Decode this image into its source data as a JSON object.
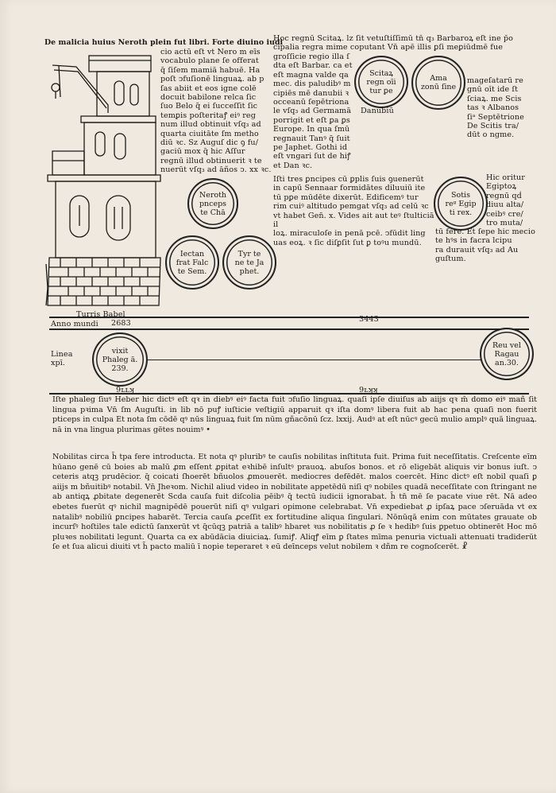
{
  "header": {
    "heading": "De malicia huius Neroth plein fut libri. Forte diuino iudi",
    "col1_lines": [
      "cio actū eſt vt Nero m eīs",
      "vocabulo plane ſe offerat",
      "q̄ ſiſem mamiā habuē. Ha",
      "poſt ↄfuſionē linguaꝝ. ab p",
      "ſas abiit et eos igne colē",
      "docuit babilone relca ſic",
      "ſuo Belo q̄ ei ſucceſſit ſic",
      "temꝑis poſteritaꝭ eiꝰ reg",
      "num illud obtinuit vſq₃ ad",
      "quarta ciuitāte ſm metho",
      "diū ꝛc. Sz Auguſ dic ꝯ fu/",
      "gaciū mox q̄ hic Aſſur",
      "regnū illud obtinuerit ꝛ te",
      "nuerūt vſq₃ ad āños ↄ. xx ꝛc."
    ],
    "col2_lines": [
      "Hoc regnū Scitaꝝ. lz ſit vetuſtiſſimū tn̄ q₃ Barbaroꝝ eſt ine p̄o",
      "cipalia regra mime coputant Vn̄ apē illis ꝑſi meꝑiūdmē fue",
      "groſſicie regio illa ſ",
      "dta eſt Barbar. ca et",
      "eſt magna valde qa",
      "mec. dis paludibꝰ m",
      "cipiēs mē danubii ꝛ",
      "occeanū ſepētriona",
      "le vſq₃ ad Germamā",
      "porrigit et eſt ꝑa ꝑs",
      "Europe. In qua ſmū",
      "regnauit Tanꝰ q̄ ſuit",
      "pe Japhet. Gothi id",
      "eſt vngari ſut de hiꝭ",
      "et Dan ꝛc."
    ],
    "danubius": "Danubiū",
    "col3_lines": [
      "mageſatarū re",
      "gnū oīt ide ſt",
      "ſciaꝝ. me Scis",
      "tas ꝛ Albanos",
      "ſiᵃ Septētrione",
      "De Scitis tra/",
      "dūt o ngme."
    ],
    "col2b_lines": [
      "Iſti tres ꝑncipes cū ꝑplis ſuis ꝯuenerūt",
      "in capū Sennaar formidātes diluuiū ite",
      "tū pꝑe mūdēte dixerūt. Edificemꝰ tur",
      "rim cuiꝰ altitudo pemgat vſq₃ ad celū ꝛc",
      "vt habet Gen̄. x. Vides ait aut teꝰ ſtulticiā il",
      "loꝝ. miraculoſe in penā pcē. ↄfūdit ling",
      "uas eoꝝ. ꝛ ſic diſꝑſit ſut ꝑ toꝰu mundū."
    ],
    "col3b_lines": [
      "Hic oritur",
      "Egiptoꝝ",
      "regnū qḋ",
      "diuu alta/",
      "ceibꝰ cre/",
      "tro muta/",
      "tū fere. Et ſepe hic mecio",
      "te hꝰs in facra lcipu",
      "ra durauit vſq₃ ad Au",
      "guſtum."
    ]
  },
  "figure": {
    "tower_caption": "Turris Babel"
  },
  "circles": {
    "neroth": [
      "Neroth",
      "pnceps",
      "te Chā"
    ],
    "iectan": [
      "Iectan",
      "frat Falc",
      "te Sem."
    ],
    "tyr": [
      "Tyr te",
      "ne te Ja",
      "phet."
    ],
    "scitia": [
      "Scitaꝝ",
      "regn oīi",
      "tur ꝑe"
    ],
    "amazon": [
      "Ama",
      "zonū ſine"
    ],
    "egipt": [
      "Sotis",
      "reᵍ Egip",
      "ti rex."
    ],
    "phaleg": [
      "vixit",
      "Phaleg ā.",
      "239."
    ],
    "reu": [
      "Reu vel",
      "Ragau",
      "an.30."
    ]
  },
  "chronology": {
    "anno_mundi_label": "Anno mundi",
    "anno_mundi_value": "2683",
    "mid_year": "3443",
    "linea_label": [
      "Linea",
      "xpī."
    ],
    "lower_num_left": "9ʟʟʞ",
    "lower_num_right": "9ʟʞʞ"
  },
  "body": {
    "phaleg_paragraph": "Iſte phaleg ſiuꝰ Heber hic dictꝰ eſt qꝛ in diebꝰ eiꝰ facta fuit ↄfuſio linguaꝝ. quaſi ipſe diuiſus ab aiijs qꝛ m̄ domo eiꝰ mañ ſit lingua pꝛima Vn̄ ſm Auguſti. in lib nō puꝭ iuſticie veſtigiū apparuit qꝛ iſta domꝰ libera fuit ab hac pena quaſi non fuerit pticeps in culpa Et nota ſm cōdē qꝰ nūs linguaꝝ fuit ſm nūm gñacōnū ſcz. lxxij. Audꝰ at eſt nūcꝰ gecū mulio amplꝰ quā linguaꝝ. nā in vna lingua plurimas gētes nouimꝰ •",
    "nobilitas_paragraph": "Nobilitas circa h̄ tpa fere introducta. Et nota qꝰ pluribꝰ te cauſis nobilitas inſtituta fuit. Prima fuit neceſſitatis. Creſcente eīm hūano genē cū boies ab malū ꝓm eſſent ꝓpitat eꝛhibē inſultꝰ prauoꝝ. abuſos bonos. et ɾō eligebāt aliquis vir bonus iuſt. ↄ ceteris atqꝫ prudēcior. q̄ coicati ſhoerēt bñuolos ꝓmouerēt. mediocres defēdēt. malos coercēt. Hinc dictꝰ eſt nobil quaſi ꝑ aiijs m bñuitibꝰ notabil. Vn̄ Jheꝛom. Nichil aliud video in nobilitate appetēdū niſi qꝰ nobiles quadā neceſſitate con ſtringant ne ab antiqꝝ ꝓbitate degenerēt Scda cauſa fuit diſcolia pēibꝰ q̄ tectū iudicii ignorabat. h̄ tn̄ mē ſe pacate viue rēt. Nā adeo ebetes fuerūt qꝰ nichil magnipēdē pouerūt niſi qꝰ vulgari opimone celebrabat. Vn̄ expediebat ꝓ ipſaꝝ pace ↄſeruāda vt ex natalibꝰ nobiliū ꝑncipes habarēt. Tercia cauſa ꝓceſſit ex fortitudine aliqua ſingulari. Nōnūqā enim con mūtates grauate ob incurſꝰ hoſtiles tale edictū ſanxerūt vt q̄cūqꝫ patriā a talibꝰ hbaret ꝛus nobilitatis ꝓ ſe ꝛ hedibꝰ ſuis ꝑpetuo obtinerēt Hoc mō pluꝛes nobilitati legunt. Quarta ca ex abūdācia diuiciaꝝ. ſumiꝭ. Aliqꝭ eīm ꝑ ſtates mīma penuria victuali attenuati tradiderūt ſe et ſua alicui diuiti vt h̄ pacto maliū ī nopie teperaret ꝛ eū deīnceps velut nobilem ꝛ dñm re cognoſcerēt. ☧"
  }
}
